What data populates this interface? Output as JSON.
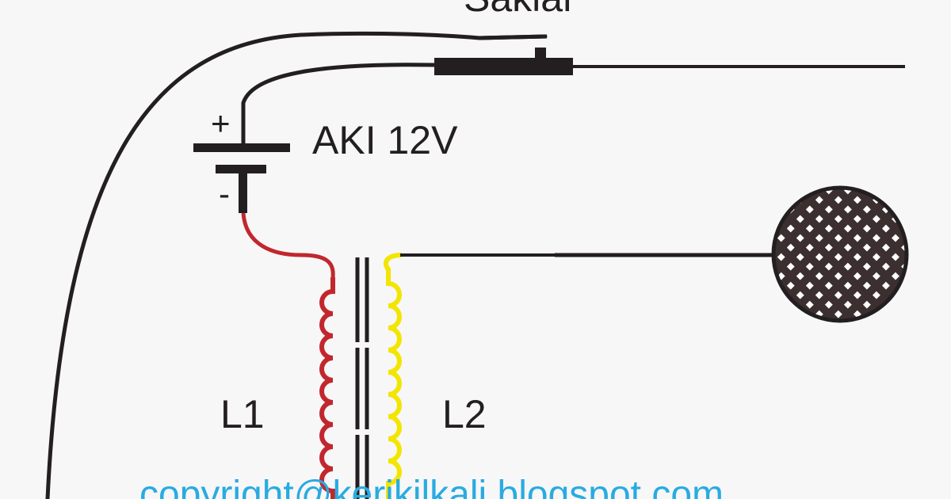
{
  "labels": {
    "switch": "Saklar",
    "battery": "AKI 12V",
    "plus": "+",
    "minus": "-",
    "coil_primary": "L1",
    "coil_secondary": "L2"
  },
  "watermark": "copyright@kerikilkali.blogspot.com",
  "colors": {
    "background": "#f7f7f7",
    "wire": "#231f20",
    "primary_coil": "#c1272d",
    "secondary_coil": "#f2e500",
    "watermark": "#29abe2",
    "mesh": "#3b2f2f"
  },
  "icons": {
    "battery": "battery-symbol-icon",
    "switch": "push-switch-icon",
    "transformer": "transformer-coil-icon",
    "electrode": "mesh-electrode-icon"
  }
}
